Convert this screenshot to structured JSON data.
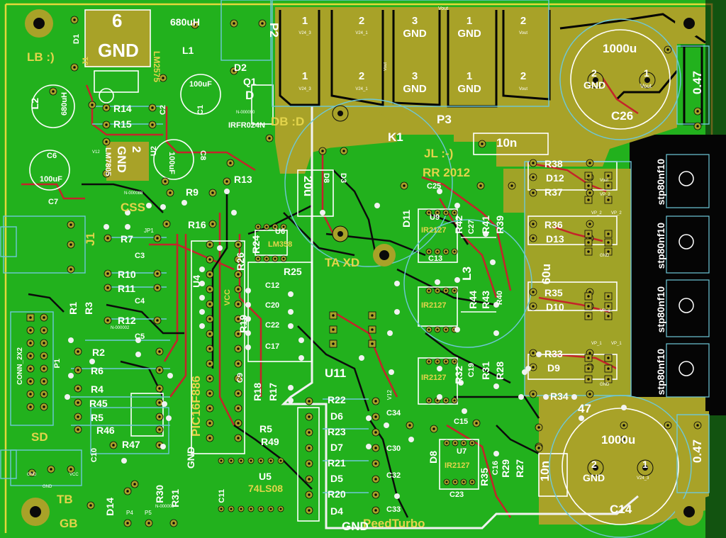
{
  "board": {
    "colors": {
      "copper_bg": "#22b11d",
      "copper_fill": "#a8a228",
      "pad": "#a8a228",
      "trace_red": "#c4242a",
      "trace_black": "#0b0b0b",
      "outline_white": "#ffffff",
      "courtyard_cyan": "#6ec8d8",
      "edge_yellow": "#e4d83a",
      "heatsink_black": "#050505"
    },
    "power_top": {
      "connector_p2": "P2",
      "pads": [
        {
          "num": "1",
          "net": "V24_3"
        },
        {
          "num": "2",
          "net": "V24_1"
        },
        {
          "num": "3",
          "net": "GND"
        },
        {
          "num": "1",
          "net": "GND"
        },
        {
          "num": "2",
          "net": "Vout"
        },
        {
          "num": "1",
          "net": "V24_3"
        },
        {
          "num": "2",
          "net": "V24_1"
        },
        {
          "num": "3",
          "net": "GND"
        },
        {
          "num": "1",
          "net": "GND"
        },
        {
          "num": "2",
          "net": "Vout"
        }
      ],
      "vout_net": "Vout",
      "p3": "P3",
      "k1": "K1",
      "vout_vertical": "Vout"
    },
    "caps_big": {
      "c26_value": "1000u",
      "c26_ref": "C26",
      "c26_pin2": "2",
      "c26_pin2_net": "GND",
      "c26_pin1": "1",
      "c26_pin1_net": "Vout",
      "c14_value": "1000u",
      "c14_ref": "C14",
      "c14_pin2": "2",
      "c14_pin2_net": "GND",
      "c14_pin1": "1",
      "c14_pin1_net": "V24_3",
      "r_top": "0.47",
      "r_bottom": "0.47",
      "c26_cap": "10n",
      "c14_cap": "10n",
      "l47": "47",
      "cap_c34": "C34"
    },
    "left_top": {
      "pad6": "6",
      "gnd": "GND",
      "l_680": "680uH",
      "l1": "L1",
      "lm2575": "LM2575",
      "d1": "D1",
      "j1": "J1",
      "lb": "LB :)",
      "d2": "D2",
      "q1": "Q1",
      "d_label": "D",
      "d_net": "N-000090",
      "irfr": "IRFR024N",
      "l2": "L2",
      "l2_val": "680uH",
      "r14": "R14",
      "r15": "R15",
      "c2": "C2",
      "c1": "C1",
      "c1_val": "100uF",
      "u2": "U2",
      "pad2": "2",
      "gnd2": "GND",
      "lm7805": "LM7805",
      "c6": "C6",
      "c6_val": "100uF",
      "c8": "C8",
      "c8_val": "100uF",
      "db": "DB :D",
      "v12": "V12",
      "n_net": "N-000088",
      "r9": "R9",
      "r13": "R13",
      "c7": "C7",
      "css": "CSS",
      "r16": "R16",
      "jp1": "JP1"
    },
    "left_mid": {
      "j1b": "J1",
      "r7": "R7",
      "c3": "C3",
      "r10": "R10",
      "r11": "R11",
      "c4": "C4",
      "r12": "R12",
      "n_002": "N-000002",
      "c5": "C5",
      "r1": "R1",
      "r3": "R3",
      "r2": "R2",
      "r6": "R6",
      "r4": "R4",
      "r45": "R45",
      "r5": "R5",
      "r46": "R46",
      "r47": "R47",
      "p1": "P1",
      "conn": "CONN_2X2",
      "sd": "SD",
      "tb": "TB",
      "gb": "GB",
      "c10": "C10",
      "d14": "D14",
      "p4": "P4",
      "p5": "P5",
      "gnd_b": "GND",
      "vcc_b": "VCC",
      "gnd_c": "GND",
      "n_008": "N-000008"
    },
    "center": {
      "u4": "U4",
      "pic": "PIC16F886",
      "gnd_pic": "GND",
      "vcc": "VCC",
      "u6": "U6",
      "lm358": "LM358",
      "r24": "R24",
      "r26": "R26",
      "r25": "R25",
      "c12": "C12",
      "c20": "C20",
      "r19": "R19",
      "c22": "C22",
      "c17": "C17",
      "c9": "C9",
      "r18": "R18",
      "r17": "R17",
      "r22": "R22",
      "d6": "D6",
      "r23": "R23",
      "d7": "D7",
      "r21": "R21",
      "d5": "D5",
      "r20": "R20",
      "d4": "D4",
      "c30": "C30",
      "c32": "C32",
      "c33": "C33",
      "c23": "C23",
      "r5x": "R5",
      "r49": "R49",
      "u5": "U5",
      "als08": "74LS08",
      "c11": "C11",
      "r30": "R30",
      "r31x": "R31",
      "u11": "U11",
      "v12c": "V12",
      "ta": "TA XD",
      "tb_turbo": "PeedTurbo",
      "gnd_center": "GND",
      "twenty": "20u",
      "d8": "D8",
      "d3": "D3",
      "c25": "C25",
      "d11": "D11",
      "u9": "U9",
      "ir1": "IR2127",
      "r42": "R42",
      "c27": "C27",
      "r41": "R41",
      "r39": "R39",
      "c13": "C13",
      "l3": "L3",
      "ir2": "IR2127",
      "r43": "R43",
      "r40": "R40",
      "r44": "R44",
      "ir3": "IR2127",
      "r32": "R32",
      "c19": "C19",
      "r31": "R31",
      "r28": "R28",
      "c15": "C15",
      "u7": "U7",
      "ir4": "IR2127",
      "r35b": "R35",
      "r29": "R29",
      "r27": "R27",
      "d8b": "D8",
      "jl": "JL :-)",
      "rr": "RR 2012",
      "k1b": "K1",
      "c16": "C16"
    },
    "right": {
      "r38": "R38",
      "d12": "D12",
      "r37": "R37",
      "r36": "R36",
      "d13": "D13",
      "r35": "R35",
      "d10": "D10",
      "r33": "R33",
      "d9": "D9",
      "r34": "R34",
      "l60": "60u",
      "stp": "stp80nf10",
      "vp2": "VP_2",
      "vp1": "VP_1",
      "vout": "Vout",
      "gnd": "GND"
    }
  }
}
